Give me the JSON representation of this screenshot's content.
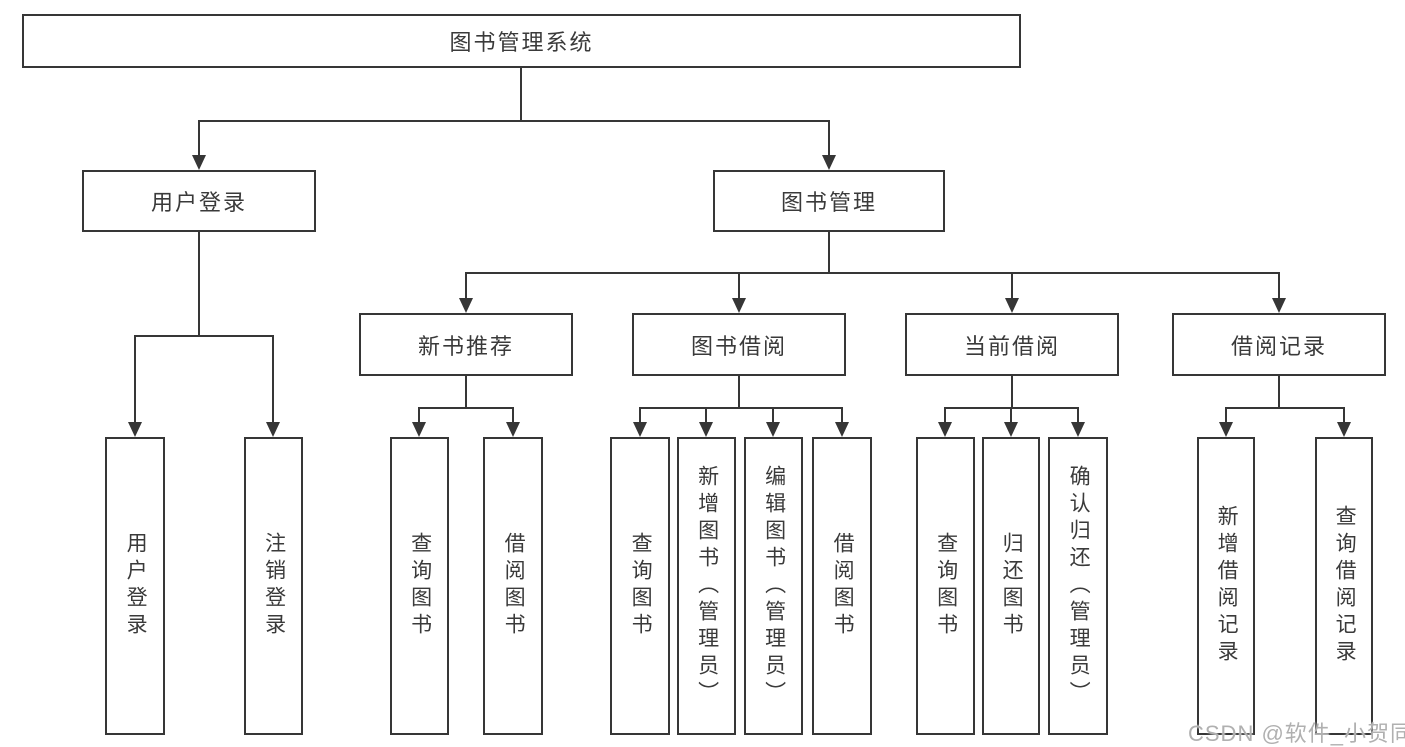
{
  "colors": {
    "line": "#363636",
    "text": "#3a3a3a",
    "watermark": "#b0b0b0"
  },
  "tree": {
    "label": "图书管理系统",
    "children": [
      {
        "label": "用户登录",
        "children": [
          {
            "label": "用户登录"
          },
          {
            "label": "注销登录"
          }
        ]
      },
      {
        "label": "图书管理",
        "children": [
          {
            "label": "新书推荐",
            "children": [
              {
                "label": "查询图书"
              },
              {
                "label": "借阅图书"
              }
            ]
          },
          {
            "label": "图书借阅",
            "children": [
              {
                "label": "查询图书"
              },
              {
                "label": "新增图书（管理员）"
              },
              {
                "label": "编辑图书（管理员）"
              },
              {
                "label": "借阅图书"
              }
            ]
          },
          {
            "label": "当前借阅",
            "children": [
              {
                "label": "查询图书"
              },
              {
                "label": "归还图书"
              },
              {
                "label": "确认归还（管理员）"
              }
            ]
          },
          {
            "label": "借阅记录",
            "children": [
              {
                "label": "新增借阅记录"
              },
              {
                "label": "查询借阅记录"
              }
            ]
          }
        ]
      }
    ]
  },
  "watermark": "CSDN @软件_小贺同学"
}
